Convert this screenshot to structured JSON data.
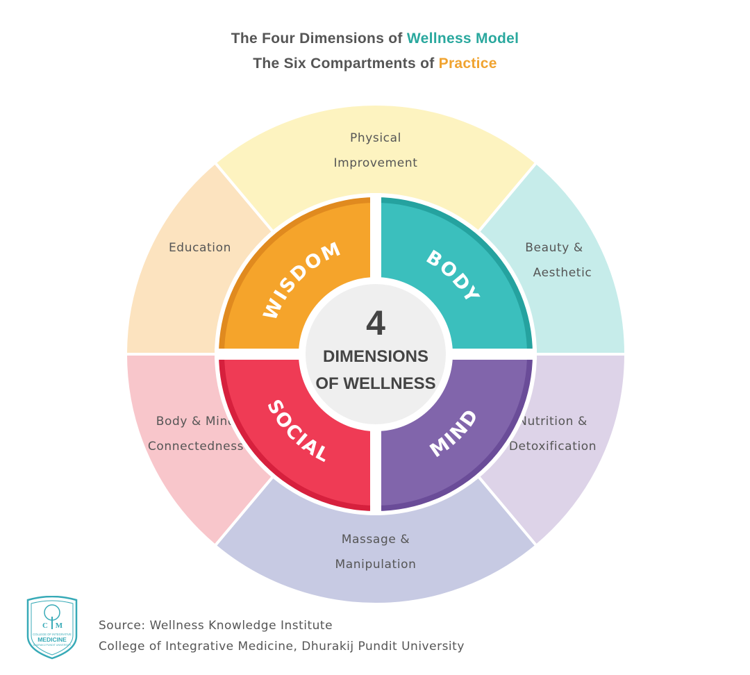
{
  "title": {
    "line1_prefix": "The Four Dimensions of ",
    "line1_highlight": "Wellness Model",
    "line1_color": "#2aa89e",
    "line2_prefix": "The Six Compartments of ",
    "line2_highlight": "Practice",
    "line2_color": "#f0a330"
  },
  "outer_segments": [
    {
      "lines": [
        "Physical",
        "Improvement"
      ],
      "color": "#fdf3c0"
    },
    {
      "lines": [
        "Beauty &",
        "Aesthetic"
      ],
      "color": "#c6ecea"
    },
    {
      "lines": [
        "Nutrition &",
        "Detoxification"
      ],
      "color": "#ddd3e8"
    },
    {
      "lines": [
        "Massage &",
        "Manipulation"
      ],
      "color": "#c7cae3"
    },
    {
      "lines": [
        "Body & Mind",
        "Connectedness"
      ],
      "color": "#f8c6cb"
    },
    {
      "lines": [
        "Education"
      ],
      "color": "#fce3bf"
    }
  ],
  "dimensions": [
    {
      "label": "BODY",
      "color": "#3bbfbd",
      "edge": "#25a29f"
    },
    {
      "label": "MIND",
      "color": "#8165ab",
      "edge": "#6a4c98"
    },
    {
      "label": "SOCIAL",
      "color": "#ef3b55",
      "edge": "#d6203d"
    },
    {
      "label": "WISDOM",
      "color": "#f5a42b",
      "edge": "#e08a1f"
    }
  ],
  "center": {
    "number": "4",
    "line1": "DIMENSIONS",
    "line2": "OF WELLNESS",
    "color": "#efefef"
  },
  "logo": {
    "text_top": "COLLEGE OF INTEGRATIVE",
    "text_main": "MEDICINE",
    "text_bottom": "DHURAKIJ PUNDIT UNIVERSITY",
    "monogram_left": "C",
    "monogram_right": "M",
    "color": "#37aab7"
  },
  "source": {
    "line1": "Source:  Wellness Knowledge Institute",
    "line2": "College of Integrative Medicine, Dhurakij Pundit University"
  }
}
